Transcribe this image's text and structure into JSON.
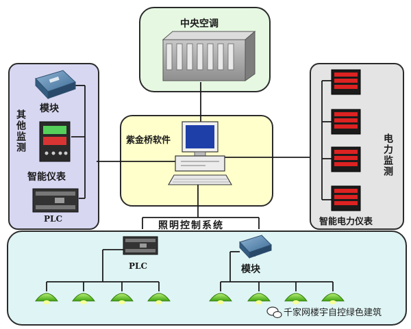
{
  "central_ac": {
    "label": "中央空调"
  },
  "software": {
    "label": "紫金桥软件"
  },
  "other_monitoring": {
    "vertical_label": "其他监测",
    "module_label": "模块",
    "meter_label": "智能仪表",
    "plc_label": "PLC"
  },
  "power_monitoring": {
    "vertical_label": "电力监测",
    "meter_label": "智能电力仪表"
  },
  "lighting": {
    "title": "照明控制系统",
    "plc_label": "PLC",
    "module_label": "模块"
  },
  "watermark": {
    "text": "千家网楼宇自控绿色建筑",
    "icon": "wechat-icon"
  },
  "colors": {
    "green_panel": "#e6f8e2",
    "yellow_panel": "#ffffcc",
    "purple_panel": "#d7d7f2",
    "gray_panel": "#e4e4e4",
    "cyan_panel": "#dff4f4",
    "lamp_green": "#55c21a",
    "line": "#1a1a1a"
  }
}
